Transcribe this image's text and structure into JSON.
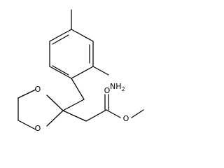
{
  "molecule": {
    "atoms": {
      "amine": "NH",
      "amine_subscript": "2",
      "dioxolane_oxygen_upper": "O",
      "dioxolane_oxygen_lower": "O",
      "carbonyl_oxygen": "O",
      "ester_oxygen": "O"
    },
    "colors": {
      "bond": "#000000",
      "label": "#000000",
      "background": "#ffffff"
    }
  }
}
